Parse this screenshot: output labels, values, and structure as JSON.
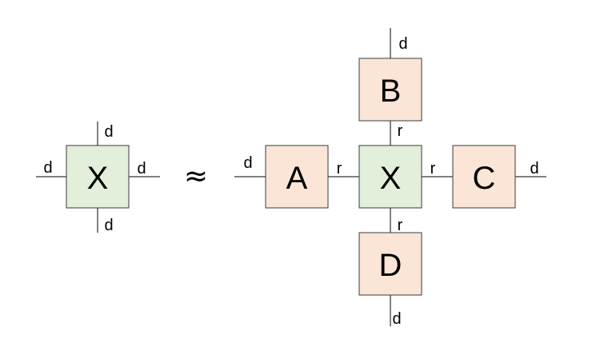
{
  "colors": {
    "core_fill": "#e2efda",
    "factor_fill": "#fbe5d6",
    "border": "#3a3a3a",
    "line": "#000000"
  },
  "left_tensor": {
    "label": "X",
    "index_up": "d",
    "index_down": "d",
    "index_left": "d",
    "index_right": "d"
  },
  "approx_symbol": "≈",
  "decomposition": {
    "core": {
      "label": "X"
    },
    "factor_left": {
      "label": "A",
      "outer_index": "d",
      "bond_index": "r"
    },
    "factor_top": {
      "label": "B",
      "outer_index": "d",
      "bond_index": "r"
    },
    "factor_right": {
      "label": "C",
      "outer_index": "d",
      "bond_index": "r"
    },
    "factor_bottom": {
      "label": "D",
      "outer_index": "d",
      "bond_index": "r"
    }
  }
}
